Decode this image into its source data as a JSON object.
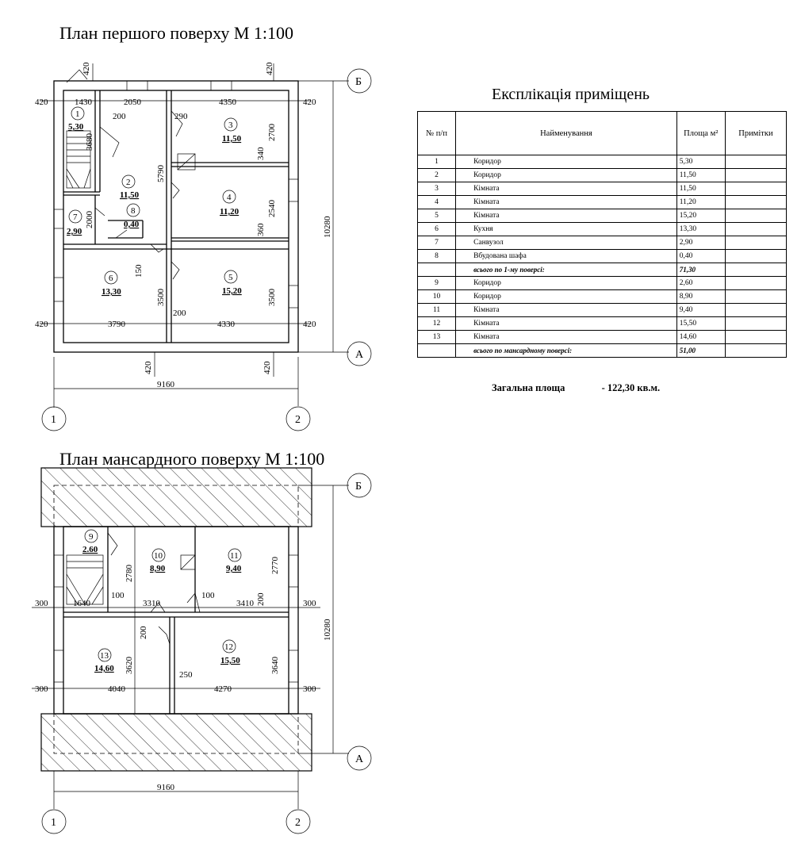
{
  "plan1": {
    "title": "План  першого поверху  М 1:100",
    "dims": {
      "top": [
        "420",
        "1430",
        "2050",
        "4350",
        "420",
        "420",
        "420"
      ],
      "left_side": [
        "420",
        "420"
      ],
      "right_side": [
        "420",
        "420"
      ],
      "mid": [
        "3790",
        "4330",
        "3680",
        "5790",
        "2700",
        "2540",
        "3500",
        "3500",
        "2000",
        "200",
        "290",
        "200",
        "340",
        "360",
        "150",
        "420",
        "420"
      ],
      "total_width": "9160",
      "total_height": "10280"
    },
    "rooms": [
      {
        "num": "1",
        "area": "5,30"
      },
      {
        "num": "2",
        "area": "11,50"
      },
      {
        "num": "3",
        "area": "11,50"
      },
      {
        "num": "4",
        "area": "11,20"
      },
      {
        "num": "5",
        "area": "15,20"
      },
      {
        "num": "6",
        "area": "13,30"
      },
      {
        "num": "7",
        "area": "2,90"
      },
      {
        "num": "8",
        "area": "0,40"
      }
    ],
    "axes": {
      "top": "Б",
      "bottom": "А",
      "left": "1",
      "right": "2"
    }
  },
  "plan2": {
    "title": "План  мансардного поверху М 1:100",
    "dims": {
      "row": [
        "300",
        "1640",
        "3310",
        "3410",
        "300",
        "300",
        "4040",
        "4270",
        "300"
      ],
      "mid": [
        "2780",
        "2770",
        "3620",
        "3640",
        "100",
        "100",
        "200",
        "200",
        "250"
      ],
      "total_width": "9160",
      "total_height": "10280"
    },
    "rooms": [
      {
        "num": "9",
        "area": "2.60"
      },
      {
        "num": "10",
        "area": "8,90"
      },
      {
        "num": "11",
        "area": "9,40"
      },
      {
        "num": "12",
        "area": "15,50"
      },
      {
        "num": "13",
        "area": "14,60"
      }
    ],
    "axes": {
      "top": "Б",
      "bottom": "А",
      "left": "1",
      "right": "2"
    }
  },
  "explication": {
    "title": "Експлікація приміщень",
    "headers": {
      "num": "№ п/п",
      "name": "Найменування",
      "area": "Площа м²",
      "note": "Примітки"
    },
    "rows": [
      {
        "num": "1",
        "name": "Коридор",
        "area": "5,30"
      },
      {
        "num": "2",
        "name": "Коридор",
        "area": "11,50"
      },
      {
        "num": "3",
        "name": "Кімната",
        "area": "11,50"
      },
      {
        "num": "4",
        "name": "Кімната",
        "area": "11,20"
      },
      {
        "num": "5",
        "name": "Кімната",
        "area": "15,20"
      },
      {
        "num": "6",
        "name": "Кухня",
        "area": "13,30"
      },
      {
        "num": "7",
        "name": "Санвузол",
        "area": "2,90"
      },
      {
        "num": "8",
        "name": "Вбудована шафа",
        "area": "0,40"
      },
      {
        "num": "",
        "name": "всього по 1-му поверсі:",
        "area": "71,30",
        "total": true
      },
      {
        "num": "9",
        "name": "Коридор",
        "area": "2,60"
      },
      {
        "num": "10",
        "name": "Коридор",
        "area": "8,90"
      },
      {
        "num": "11",
        "name": "Кімната",
        "area": "9,40"
      },
      {
        "num": "12",
        "name": "Кімната",
        "area": "15,50"
      },
      {
        "num": "13",
        "name": "Кімната",
        "area": "14,60"
      },
      {
        "num": "",
        "name": "всього по мансардному поверсі:",
        "area": "51,00",
        "total": true
      }
    ],
    "total_label": "Загальна площа",
    "total_value": "-   122,30  кв.м."
  }
}
